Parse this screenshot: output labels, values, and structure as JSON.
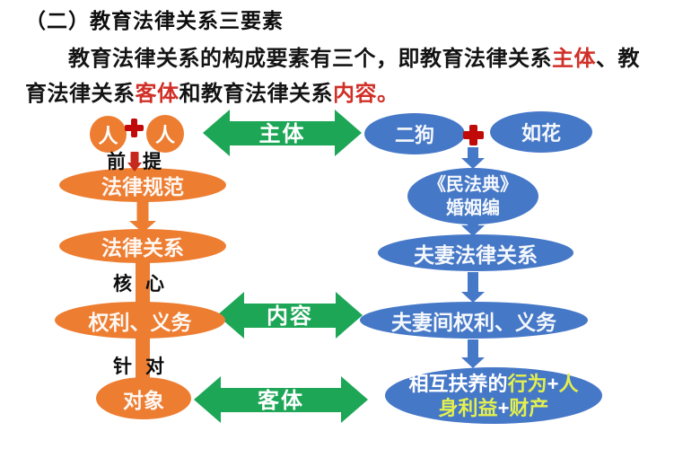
{
  "title": "（二）教育法律关系三要素",
  "paragraph": {
    "seg1": "教育法律关系的构成要素有三个，即教育法律关系",
    "seg2": "主体",
    "seg3": "、教",
    "seg4": "育法律关系",
    "seg5": "客体",
    "seg6": "和教育法律关系",
    "seg7": "内容。"
  },
  "colors": {
    "orange": "#ED7D31",
    "blue": "#4678C8",
    "green": "#1CA656",
    "red_plus": "#C00A0A",
    "highlight_yellow": "#E4F04D",
    "highlight_red_text": "#D03028"
  },
  "left_column": {
    "person1": "人",
    "person2": "人",
    "premise_char1": "前",
    "premise_char2": "提",
    "node_norm": "法律规范",
    "node_relation": "法律关系",
    "core_char1": "核",
    "core_char2": "心",
    "node_rights": "权利、义务",
    "target_char1": "针",
    "target_char2": "对",
    "node_object": "对象"
  },
  "green_arrows": {
    "subject": "主体",
    "content": "内容",
    "object": "客体"
  },
  "right_column": {
    "person1": "二狗",
    "person2": "如花",
    "node_law_line1": "《民法典》",
    "node_law_line2": "婚姻编",
    "node_relation": "夫妻法律关系",
    "node_rights": "夫妻间权利、义务",
    "final_line1_white": "相互扶养的",
    "final_line1_y1": "行为",
    "final_line1_plus": "+",
    "final_line1_y2": "人",
    "final_line2_y1": "身利益",
    "final_line2_plus": "+",
    "final_line2_y2": "财产"
  }
}
